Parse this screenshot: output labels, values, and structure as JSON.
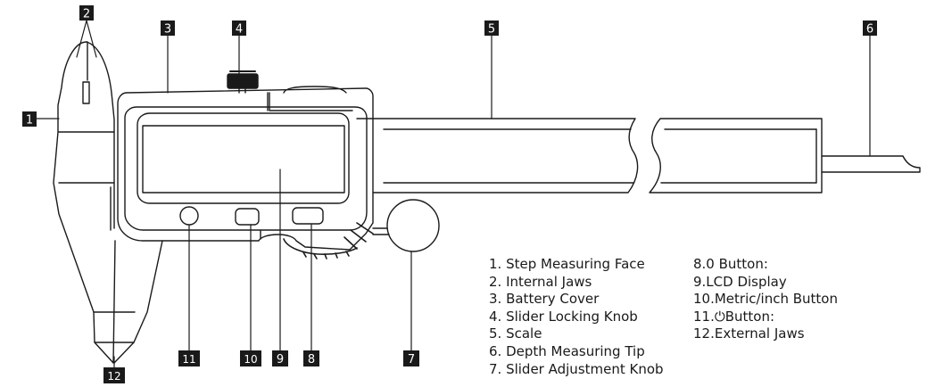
{
  "callouts": [
    "1",
    "2",
    "3",
    "4",
    "5",
    "6",
    "7",
    "8",
    "9",
    "10",
    "11",
    "12"
  ],
  "legend": {
    "left": [
      "1. Step Measuring Face",
      "2. Internal Jaws",
      "3. Battery Cover",
      "4. Slider Locking Knob",
      "5. Scale",
      "6. Depth Measuring Tip",
      "7. Slider Adjustment Knob"
    ],
    "right": [
      "8.0 Button:",
      "9.LCD Display",
      "10.Metric/inch Button",
      "11.⏻Button:",
      "12.External Jaws"
    ]
  }
}
